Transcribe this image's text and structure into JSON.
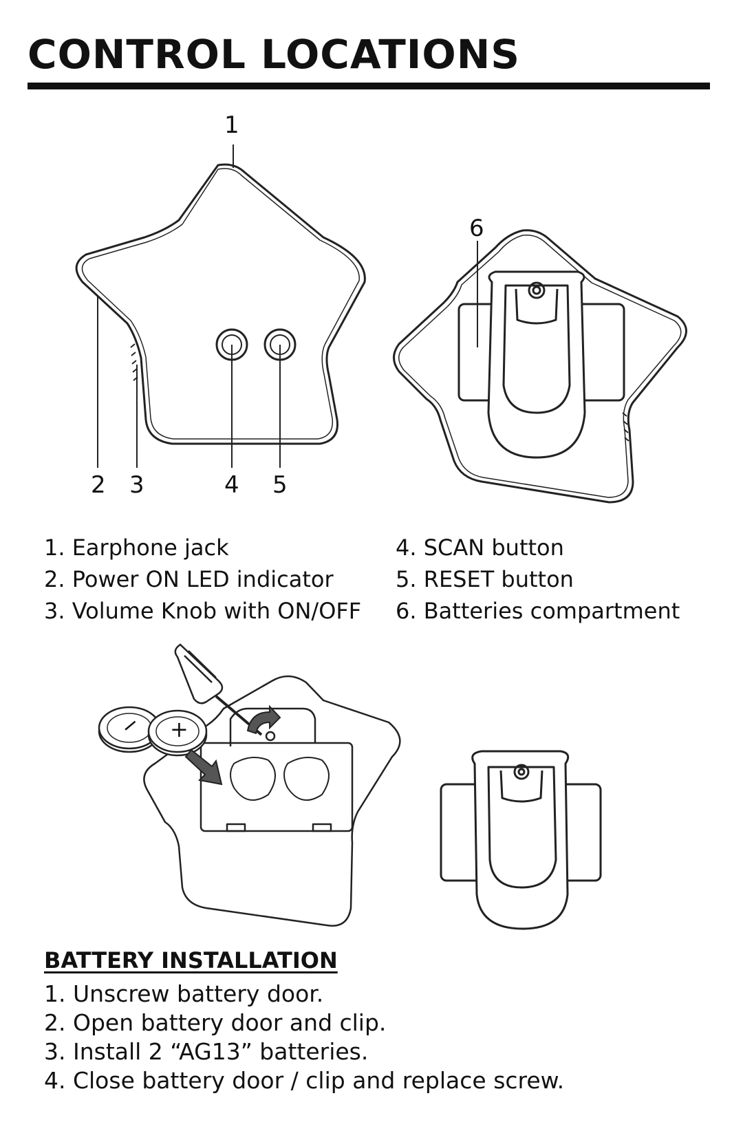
{
  "page": {
    "title": "CONTROL LOCATIONS"
  },
  "callouts": {
    "n1": "1",
    "n2": "2",
    "n3": "3",
    "n4": "4",
    "n5": "5",
    "n6": "6"
  },
  "legend": {
    "left": [
      "1.  Earphone jack",
      "2.  Power ON LED indicator",
      "3. Volume Knob with ON/OFF"
    ],
    "right": [
      "4.  SCAN button",
      "5.  RESET button",
      "6.  Batteries compartment"
    ]
  },
  "battery": {
    "heading": "BATTERY INSTALLATION",
    "steps": [
      "1.  Unscrew battery door.",
      "2.  Open battery door and clip.",
      "3.  Install 2 “AG13” batteries.",
      "4.  Close battery door / clip and replace screw."
    ],
    "minus_symbol": "−",
    "plus_symbol": "+"
  }
}
